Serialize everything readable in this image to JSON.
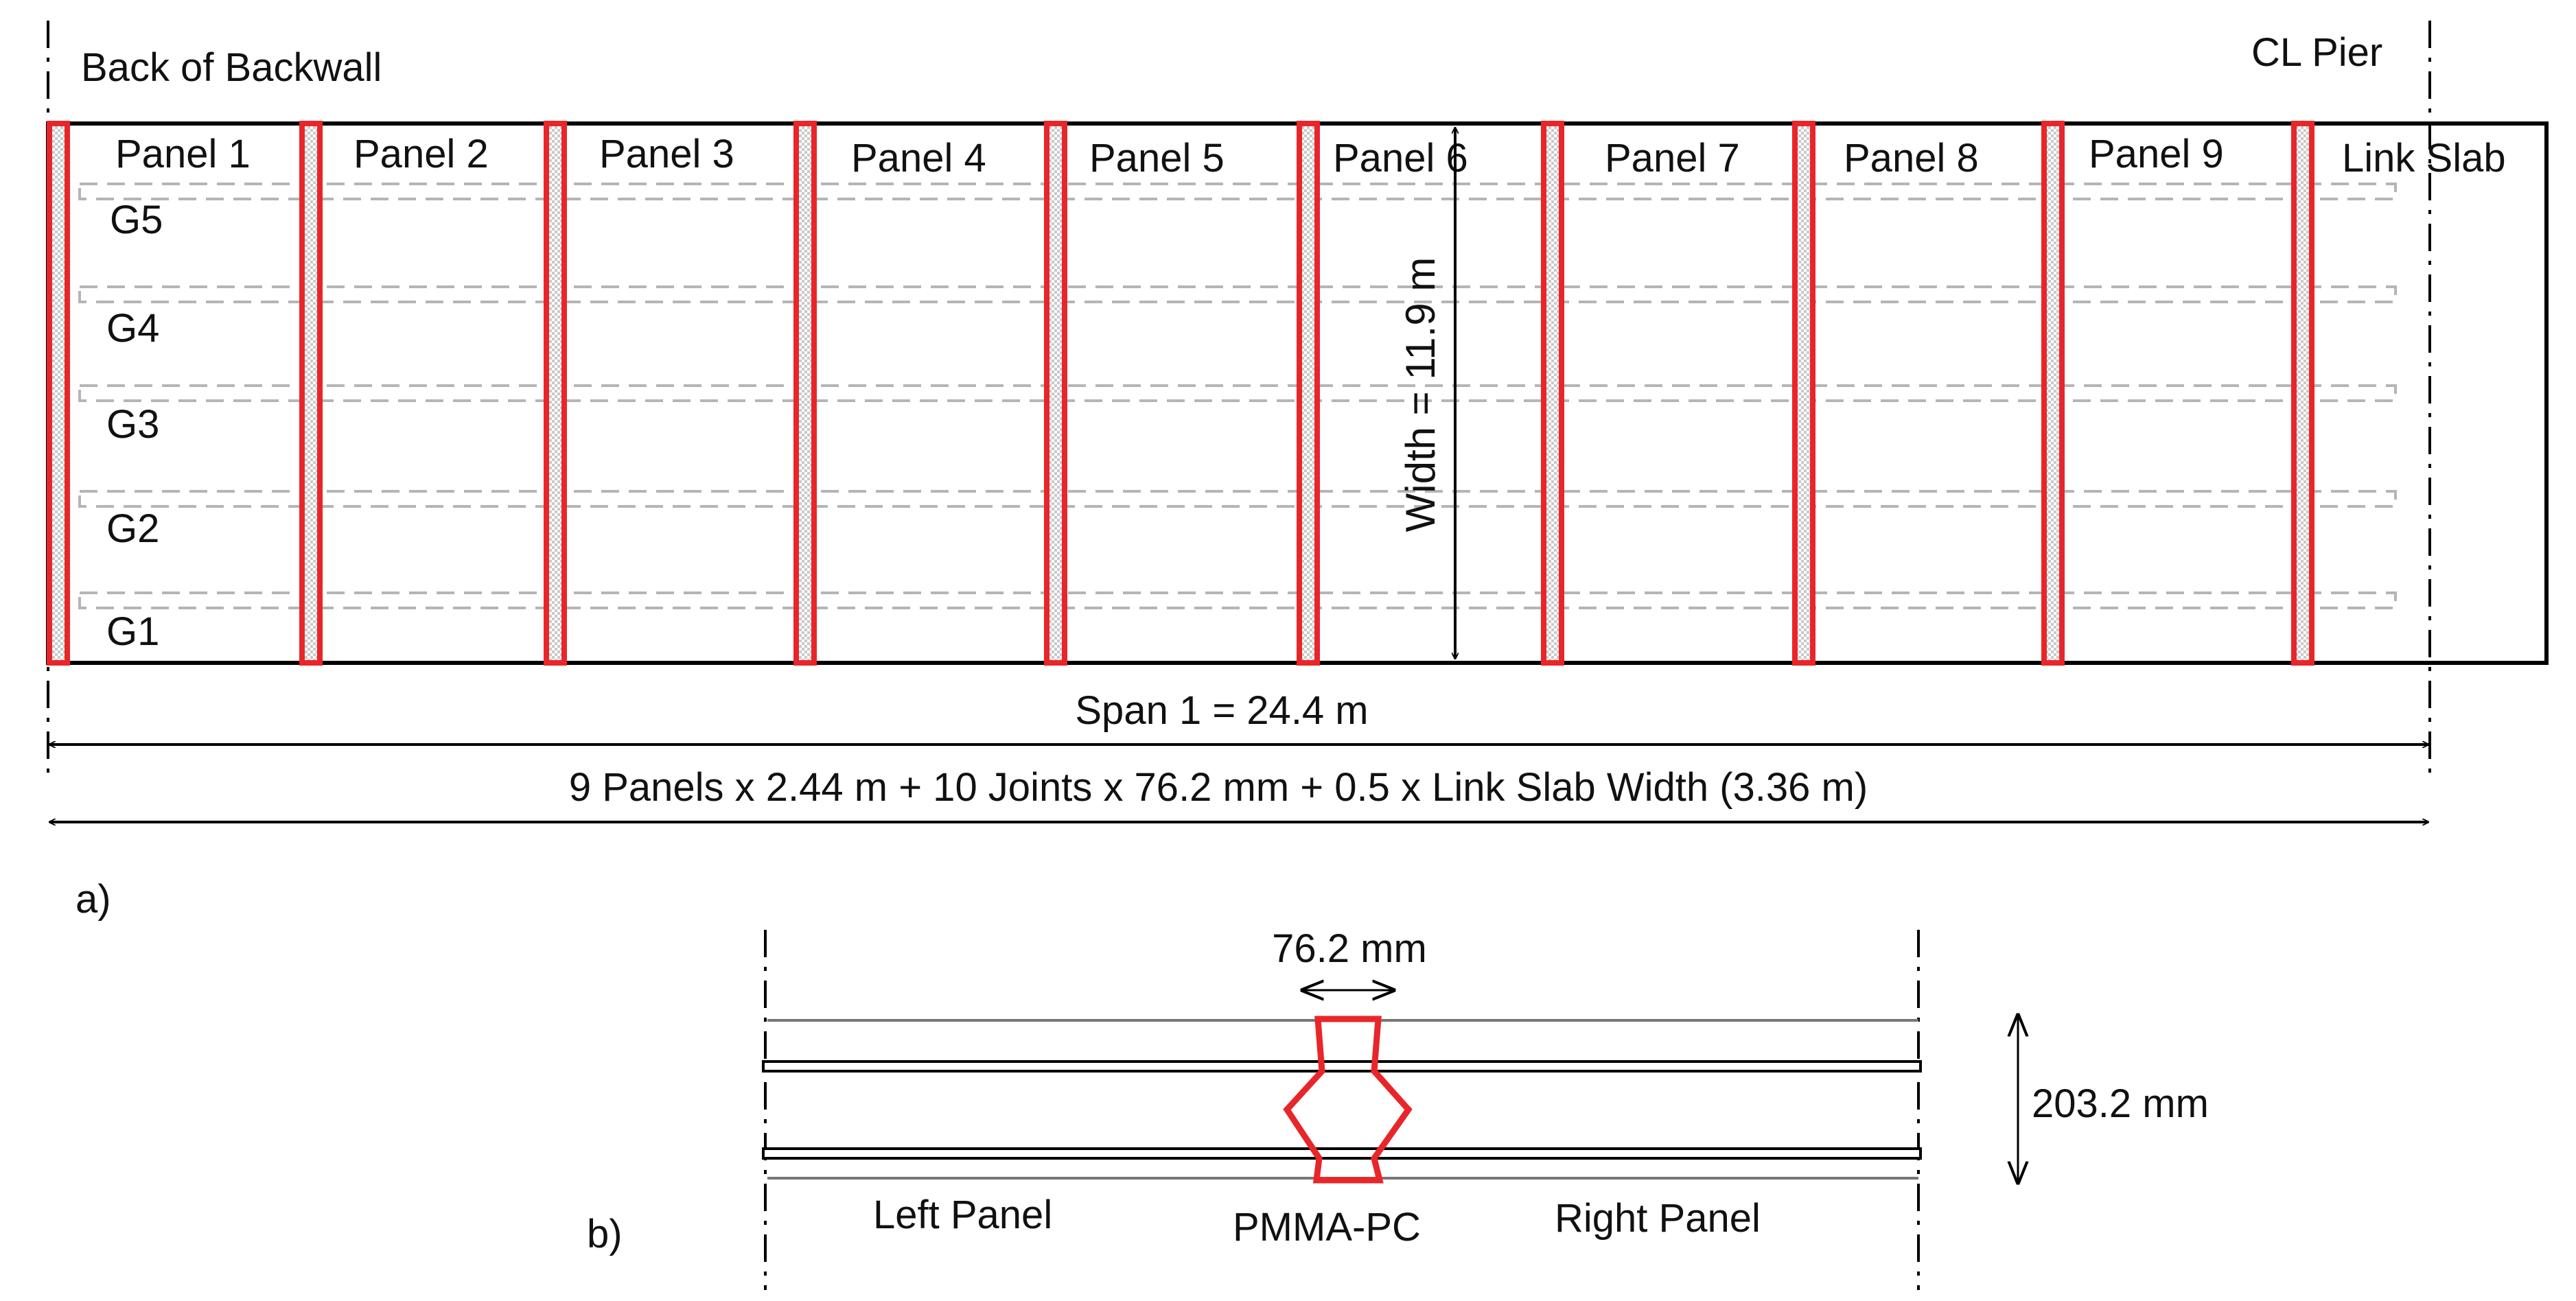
{
  "top": {
    "back_of_backwall": "Back of Backwall",
    "cl_pier": "CL Pier",
    "panels": [
      "Panel 1",
      "Panel 2",
      "Panel 3",
      "Panel 4",
      "Panel 5",
      "Panel 6",
      "Panel 7",
      "Panel 8",
      "Panel 9"
    ],
    "link_slab": "Link Slab",
    "girders": [
      "G5",
      "G4",
      "G3",
      "G2",
      "G1"
    ],
    "width_label": "Width = 11.9 m",
    "span_label": "Span 1 = 24.4 m",
    "formula_label": "9 Panels x 2.44 m + 10 Joints x 76.2 mm +  0.5 x Link Slab Width (3.36 m)",
    "part_label": "a)"
  },
  "bottom": {
    "joint_width": "76.2 mm",
    "depth": "203.2 mm",
    "left_panel": "Left Panel",
    "joint_material": "PMMA-PC",
    "right_panel": "Right Panel",
    "part_label": "b)"
  },
  "colors": {
    "joint": "#e8262a",
    "outline": "#000000",
    "girder": "#b5b5b5"
  }
}
